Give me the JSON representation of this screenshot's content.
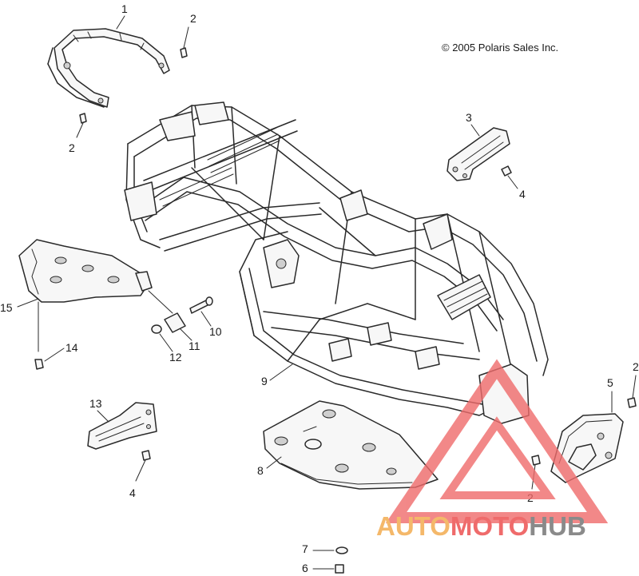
{
  "copyright": "© 2005 Polaris Sales Inc.",
  "callouts": {
    "c1": "1",
    "c2a": "2",
    "c2b": "2",
    "c2c": "2",
    "c2d": "2",
    "c3": "3",
    "c4a": "4",
    "c4b": "4",
    "c5": "5",
    "c6": "6",
    "c7": "7",
    "c8": "8",
    "c9": "9",
    "c10": "10",
    "c11": "11",
    "c12": "12",
    "c13": "13",
    "c14": "14",
    "c15": "15"
  },
  "watermark": {
    "part_auto": "AUTO",
    "part_moto": "MOTO",
    "part_hub": "HUB",
    "color_auto": "#f4b86a",
    "color_moto": "#ef6b6b",
    "color_hub": "#8a8a8a",
    "logo_color": "#ef6b6b"
  }
}
